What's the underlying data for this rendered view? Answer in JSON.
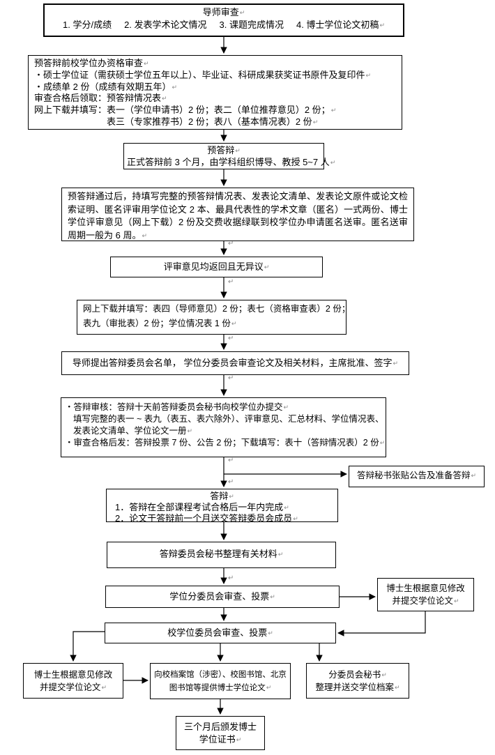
{
  "marks": {
    "return_glyph": "↵"
  },
  "boxes": {
    "supervisor_review": {
      "title": "导师审查",
      "items": [
        "1. 学分/成绩",
        "2. 发表学术论文情况",
        "3. 课题完成情况",
        "4. 博士学位论文初稿"
      ]
    },
    "qualification_review": {
      "lines": [
        "预答辩前校学位办资格审查",
        "・硕士学位证（需获硕士学位五年以上）、毕业证、科研成果获奖证书原件及复印件",
        "・成绩单 2 份（成绩有效期五年）",
        "审查合格后领取：预答辩情况表",
        "网上下载并填写：表一（学位申请书）2 份；表二（单位推荐意见）2 份；",
        "表三（专家推荐书）2 份；表八（基本情况表）2 份"
      ]
    },
    "pre_defense": {
      "title": "预答辩",
      "line": "正式答辩前 3 个月，由学科组织博导、教授 5~7 人"
    },
    "blind_review": {
      "text": "预答辩通过后，持填写完整的预答辩情况表、发表论文清单、发表论文原件或论文检索证明、匿名评审用学位论文 2 本、最具代表性的学术文章（匿名）一式两份、博士学位评审意见（网上下载）2 份及交费收据绿联到校学位办申请匿名送审。匿名送审周期一般为 6 周。"
    },
    "review_returned": {
      "text": "评审意见均返回且无异议"
    },
    "download_forms": {
      "lines": [
        "网上下载并填写：表四（导师意见）2 份；表七（资格审查表）2 份；",
        "表九（审批表）2 份；学位情况表 1 份"
      ]
    },
    "committee_list": {
      "text": "导师提出答辩委员会名单， 学位分委员会审查论文及相关材料，主席批准、签字"
    },
    "defense_review": {
      "lines": [
        "・答辩审核：答辩十天前答辩委员会秘书向校学位办提交",
        "填写完整的表一 ~ 表九（表五、表六除外）、评审意见、汇总材料、学位情况表、",
        "发表论文清单、学位论文一册",
        "・审查合格后发：答辩投票 7 份、公告 2 份；下载填写：表十（答辩情况表）2 份"
      ]
    },
    "secretary_notice": {
      "text": "答辩秘书张贴公告及准备答辩"
    },
    "defense": {
      "title": "答辩",
      "lines": [
        "1．答辩在全部课程考试合格后一年内完成",
        "2．论文于答辩前一个月送交答辩委员会成员"
      ]
    },
    "secretary_materials": {
      "text": "答辩委员会秘书整理有关材料"
    },
    "sub_committee_vote": {
      "text": "学位分委员会审查、投票"
    },
    "revise_resubmit_right": {
      "lines": [
        "博士生根据意见修改",
        "并提交学位论文"
      ]
    },
    "university_committee_vote": {
      "text": "校学位委员会审查、投票"
    },
    "revise_resubmit_left": {
      "lines": [
        "博士生根据意见修改",
        "并提交学位论文"
      ]
    },
    "archive_submission": {
      "lines": [
        "向校档案馆（涉密）、校图书馆、北京",
        "图书馆等提供博士学位论文"
      ]
    },
    "archive_secretary": {
      "lines": [
        "分委员会秘书",
        "整理并送交学位档案"
      ]
    },
    "certificate": {
      "lines": [
        "三个月后颁发博士",
        "学位证书"
      ]
    }
  }
}
